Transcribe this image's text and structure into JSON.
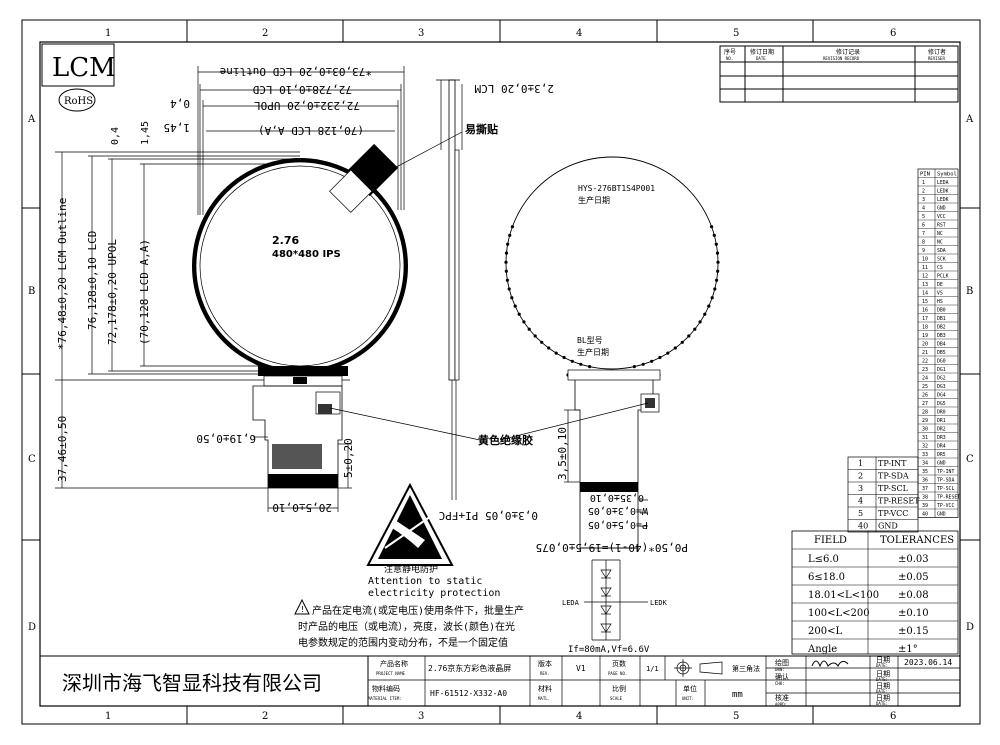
{
  "grid": {
    "cols": [
      "1",
      "2",
      "3",
      "4",
      "5",
      "6"
    ],
    "rows": [
      "A",
      "B",
      "C",
      "D"
    ]
  },
  "logo": {
    "text": "LCM",
    "rohs": "RoHS"
  },
  "revision": {
    "h1": "序号",
    "h1s": "NO.",
    "h2": "修订日期",
    "h2s": "DATE",
    "h3": "修订记录",
    "h3s": "REVISION RECORD",
    "h4": "修订者",
    "h4s": "REVISER"
  },
  "front": {
    "dim_outline": "*73,03±0,20 LCD Outline",
    "dim_lcd": "72,728±0,10 LCD",
    "dim_0_4": "0,4",
    "dim_upol": "72,232±0,20 UPOL",
    "dim_aa": "(70,128 LCD A,A)",
    "dim_1_45": "1,45",
    "v_0_4": "0,4",
    "v_1_45": "1,45",
    "v_outline": "*76,48±0,20 LCM Outline",
    "v_lcd": "76,128±0,10 LCD",
    "v_upol": "72,178±0,20 UPOL",
    "v_aa": "(70,128 LCD A,A)",
    "v_fpc": "37,46±0,50",
    "size": "2.76",
    "res": "480*480 IPS",
    "dim_6_19": "6,19±0,50",
    "dim_5": "5±0,20",
    "dim_20_5": "20,5±0,10"
  },
  "side": {
    "dim_lcm": "2,3±0,20 LCM",
    "dim_pi": "0,3±0,05 PI+FPC",
    "tape": "易撕贴"
  },
  "back": {
    "model": "HYS-276BT1S4P001",
    "date1": "生产日期",
    "bl": "BL型号",
    "date2": "生产日期",
    "dim_3_5": "3,5±0,10",
    "dim_035": "0,35±0,10",
    "dim_w": "W=0,3±0,05",
    "dim_p": "P=0,5±0,05",
    "dim_pitch": "P0,50*(40-1)=19,5±0,075"
  },
  "insulation": "黄色绝缘胶",
  "esd": {
    "cn": "注意静电防护",
    "en1": "Attention to static",
    "en2": "electricity protection"
  },
  "note": {
    "l1": "产品在定电流(或定电压)使用条件下，批量生产",
    "l2": "时产品的电压（或电流），亮度，波长(颜色)在光",
    "l3": "电参数规定的范围内变动分布，不是一个固定值"
  },
  "led": {
    "leda": "LEDA",
    "ledk": "LEDK",
    "spec": "If=80mA,Vf=6.6V"
  },
  "pins": {
    "header": [
      "PIN",
      "Symbol"
    ],
    "rows": [
      [
        "1",
        "LEDA"
      ],
      [
        "2",
        "LEDK"
      ],
      [
        "3",
        "LEDK"
      ],
      [
        "4",
        "GND"
      ],
      [
        "5",
        "VCC"
      ],
      [
        "6",
        "RST"
      ],
      [
        "7",
        "NC"
      ],
      [
        "8",
        "NC"
      ],
      [
        "9",
        "SDA"
      ],
      [
        "10",
        "SCK"
      ],
      [
        "11",
        "CS"
      ],
      [
        "12",
        "PCLK"
      ],
      [
        "13",
        "DE"
      ],
      [
        "14",
        "VS"
      ],
      [
        "15",
        "HS"
      ],
      [
        "16",
        "DB0"
      ],
      [
        "17",
        "DB1"
      ],
      [
        "18",
        "DB2"
      ],
      [
        "19",
        "DB3"
      ],
      [
        "20",
        "DB4"
      ],
      [
        "21",
        "DB5"
      ],
      [
        "22",
        "DG0"
      ],
      [
        "23",
        "DG1"
      ],
      [
        "24",
        "DG2"
      ],
      [
        "25",
        "DG3"
      ],
      [
        "26",
        "DG4"
      ],
      [
        "27",
        "DG5"
      ],
      [
        "28",
        "DR0"
      ],
      [
        "29",
        "DR1"
      ],
      [
        "30",
        "DR2"
      ],
      [
        "31",
        "DR3"
      ],
      [
        "32",
        "DR4"
      ],
      [
        "33",
        "DR5"
      ],
      [
        "34",
        "GND"
      ],
      [
        "35",
        "TP-INT"
      ],
      [
        "36",
        "TP-SDA"
      ],
      [
        "37",
        "TP-SCL"
      ],
      [
        "38",
        "TP-RESET"
      ],
      [
        "39",
        "TP-VCC"
      ],
      [
        "40",
        "GND"
      ]
    ]
  },
  "tp_pins": [
    [
      "1",
      "TP-INT"
    ],
    [
      "2",
      "TP-SDA"
    ],
    [
      "3",
      "TP-SCL"
    ],
    [
      "4",
      "TP-RESET"
    ],
    [
      "5",
      "TP-VCC"
    ],
    [
      "40",
      "GND"
    ]
  ],
  "tolerances": {
    "h1": "FIELD",
    "h2": "TOLERANCES",
    "rows": [
      [
        "L≤6.0",
        "±0.03"
      ],
      [
        "6≤18.0",
        "±0.05"
      ],
      [
        "18.01<L<100",
        "±0.08"
      ],
      [
        "100<L<200",
        "±0.10"
      ],
      [
        "200<L",
        "±0.15"
      ],
      [
        "Angle",
        "±1°"
      ]
    ]
  },
  "titleblock": {
    "company": "深圳市海飞智显科技有限公司",
    "pn_label": "产品名称",
    "pn_label_en": "PROJECT NAME",
    "pn_value": "2.76京东方彩色液晶屏",
    "ver_label": "版本",
    "ver_label_en": "REV.",
    "ver_value": "V1",
    "page_label": "页数",
    "page_label_en": "PAGE NO.",
    "page_value": "1/1",
    "angle": "第三角法",
    "mat_label": "物料编码",
    "mat_label_en": "MATERIAL ITEM:",
    "mat_value": "HF-61512-X332-A0",
    "cl_label": "材料",
    "cl_label_en": "MATL.",
    "scale_label": "比例",
    "scale_label_en": "SCALE",
    "unit_label": "单位",
    "unit_label_en": "UNIT:",
    "unit_value": "mm",
    "dwn": "绘图",
    "dwn_en": "DWN:",
    "chk": "确认",
    "chk_en": "CHK:",
    "appd": "核准",
    "appd_en": "APPD:",
    "date": "日期",
    "date_en": "DATE:",
    "date_value": "2023.06.14"
  }
}
